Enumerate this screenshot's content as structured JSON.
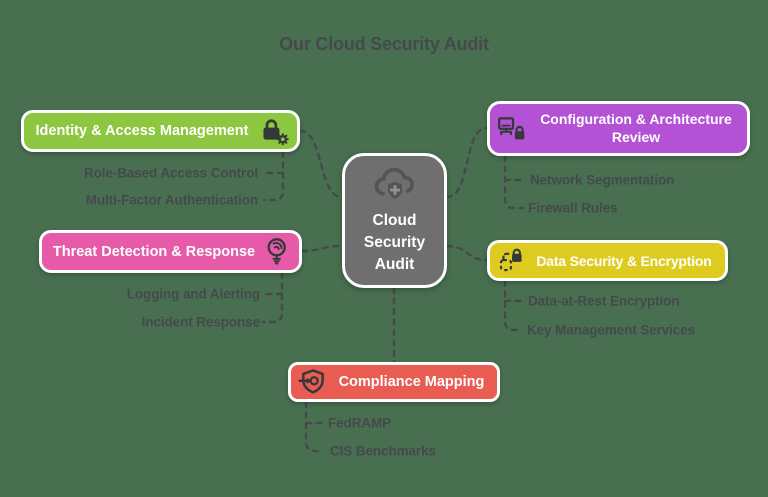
{
  "title": "Our Cloud Security Audit",
  "center": {
    "label": "Cloud Security Audit",
    "icon": "cloud-shield-plus-icon",
    "color": "#6F6F6F"
  },
  "branches": [
    {
      "label": "Identity & Access Management",
      "icon": "lock-gear-icon",
      "color": "#8DC63F",
      "children": [
        "Role-Based Access Control",
        "Multi-Factor Authentication"
      ]
    },
    {
      "label": "Configuration & Architecture Review",
      "icon": "monitor-lock-icon",
      "color": "#B452D6",
      "children": [
        "Network Segmentation",
        "Firewall Rules"
      ]
    },
    {
      "label": "Threat Detection & Response",
      "icon": "radar-scan-icon",
      "color": "#E65AA8",
      "children": [
        "Logging and Alerting",
        "Incident Response"
      ]
    },
    {
      "label": "Data Security & Encryption",
      "icon": "dashed-lock-icon",
      "color": "#DECB1F",
      "children": [
        "Data-at-Rest Encryption",
        "Key Management Services"
      ]
    },
    {
      "label": "Compliance Mapping",
      "icon": "shield-arrow-icon",
      "color": "#E85C52",
      "children": [
        "FedRAMP",
        "CIS Benchmarks"
      ]
    }
  ],
  "colors": {
    "background": "#487050",
    "connector": "#45494B",
    "text": "#45494B",
    "box_border": "#FFFFFF",
    "box_text": "#FFFFFF",
    "icon": "#33383A",
    "center_bg": "#6F6F6F",
    "center_icon": "#545454",
    "center_icon_plus": "#929292"
  }
}
